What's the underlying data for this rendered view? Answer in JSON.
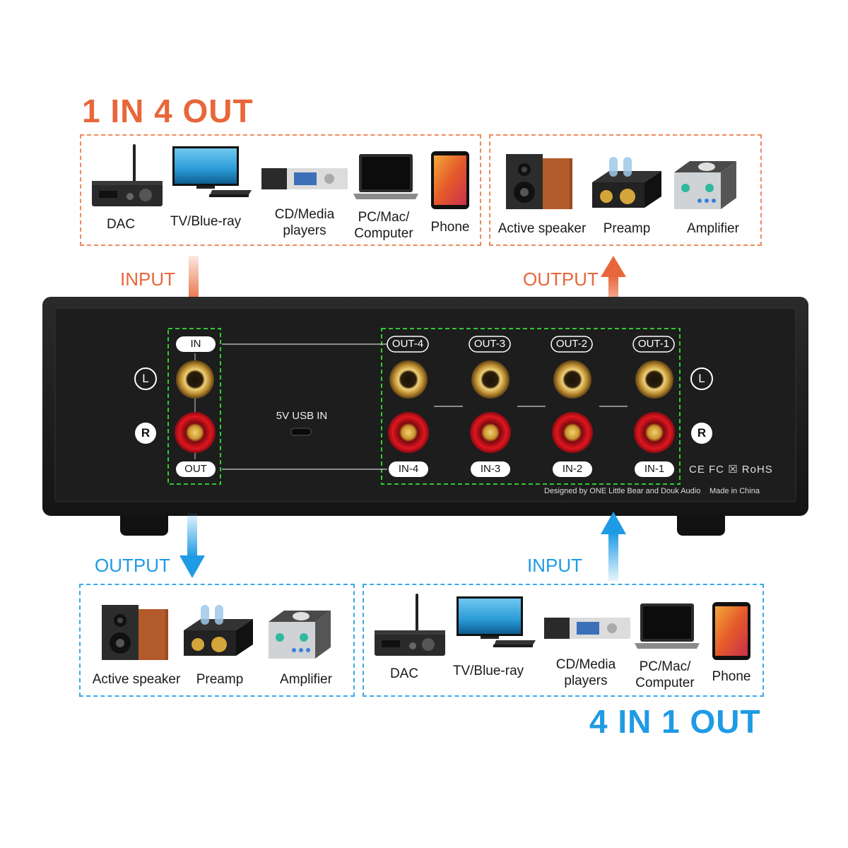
{
  "headings": {
    "top": "1 IN 4 OUT",
    "bottom": "4 IN 1 OUT"
  },
  "flow_labels": {
    "top_input": "INPUT",
    "top_output": "OUTPUT",
    "bottom_output": "OUTPUT",
    "bottom_input": "INPUT"
  },
  "top_sources": [
    {
      "label": "DAC",
      "icon": "dac-icon"
    },
    {
      "label": "TV/Blue-ray",
      "icon": "tv-icon"
    },
    {
      "label": "CD/Media\nplayers",
      "icon": "cd-player-icon"
    },
    {
      "label": "PC/Mac/\nComputer",
      "icon": "laptop-icon"
    },
    {
      "label": "Phone",
      "icon": "phone-icon"
    }
  ],
  "top_outputs": [
    {
      "label": "Active speaker",
      "icon": "speaker-icon"
    },
    {
      "label": "Preamp",
      "icon": "preamp-icon"
    },
    {
      "label": "Amplifier",
      "icon": "amplifier-icon"
    }
  ],
  "bottom_outputs": [
    {
      "label": "Active speaker",
      "icon": "speaker-icon"
    },
    {
      "label": "Preamp",
      "icon": "preamp-icon"
    },
    {
      "label": "Amplifier",
      "icon": "amplifier-icon"
    }
  ],
  "bottom_sources": [
    {
      "label": "DAC",
      "icon": "dac-icon"
    },
    {
      "label": "TV/Blue-ray",
      "icon": "tv-icon"
    },
    {
      "label": "CD/Media\nplayers",
      "icon": "cd-player-icon"
    },
    {
      "label": "PC/Mac/\nComputer",
      "icon": "laptop-icon"
    },
    {
      "label": "Phone",
      "icon": "phone-icon"
    }
  ],
  "panel": {
    "in_label": "IN",
    "out_label": "OUT",
    "left_channel": "L",
    "right_channel": "R",
    "usb_label": "5V USB IN",
    "outputs": [
      "OUT-4",
      "OUT-3",
      "OUT-2",
      "OUT-1"
    ],
    "inputs": [
      "IN-4",
      "IN-3",
      "IN-2",
      "IN-1"
    ],
    "certs": "CE FC ☒ RoHS",
    "designed_by": "Designed by ONE Little Bear and Douk Audio",
    "made_in": "Made in China"
  },
  "colors": {
    "orange": "#e8673a",
    "blue": "#1e9be4",
    "green_dashed": "#2ecc2e",
    "panel": "#1c1c1c"
  }
}
